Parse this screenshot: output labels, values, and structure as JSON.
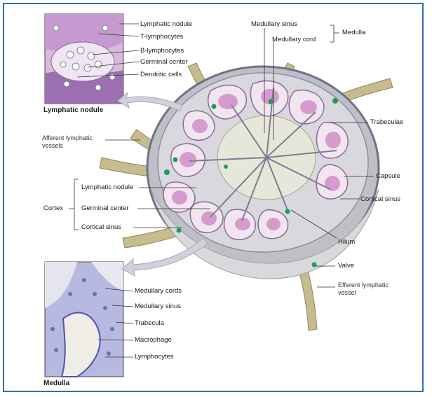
{
  "colors": {
    "frame_border": "#2f6fb5",
    "capsule": "#8b8fa6",
    "nodule_pink": "#d6a0d0",
    "cortex_grey": "#c9c9cf",
    "vessel_olive": "#b7ac7c",
    "green_accent": "#1f9b5a",
    "medulla_blue": "#8e93c9"
  },
  "inset_nodule": {
    "title": "Lymphatic nodule",
    "labels": [
      "Lymphatic nodule",
      "T-lymphocytes",
      "B-lymphocytes",
      "Germinal center",
      "Dendritic cells"
    ]
  },
  "inset_medulla": {
    "title": "Medulla",
    "labels": [
      "Medullary cords",
      "Medullary sinus",
      "Trabecula",
      "Macrophage",
      "Lymphocytes"
    ]
  },
  "top_labels": {
    "medullary_sinus": "Medullary sinus",
    "medullary_cord": "Medullary cord",
    "medulla": "Medulla"
  },
  "left_labels": {
    "afferent": "Afferent lymphatic vessels",
    "cortex": "Cortex",
    "cortex_items": [
      "Lymphatic nodule",
      "Germinal center",
      "Cortical sinus"
    ]
  },
  "right_labels": {
    "trabeculae": "Trabeculae",
    "capsule": "Capsule",
    "cortical_sinus": "Cortical sinus",
    "hilum": "Hilum",
    "valve": "Valve",
    "efferent": "Efferent lymphatic vessel"
  }
}
